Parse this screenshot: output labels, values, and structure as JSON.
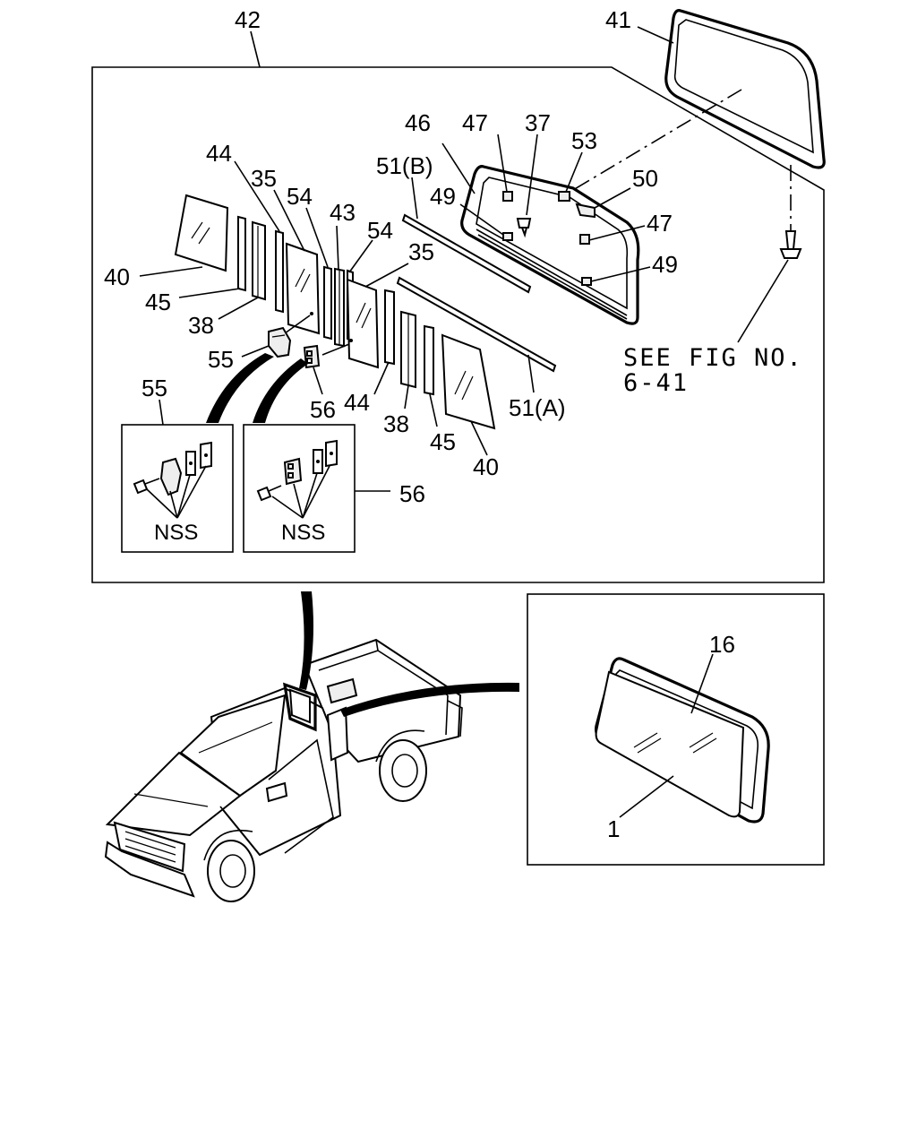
{
  "callouts": {
    "c42": "42",
    "c41": "41",
    "c46": "46",
    "c47a": "47",
    "c37": "37",
    "c53": "53",
    "c50": "50",
    "c47b": "47",
    "c49a": "49",
    "c49b": "49",
    "c51b": "51(B)",
    "c51a": "51(A)",
    "c44a": "44",
    "c35a": "35",
    "c54a": "54",
    "c43": "43",
    "c54b": "54",
    "c35b": "35",
    "c40a": "40",
    "c45a": "45",
    "c38a": "38",
    "c55a": "55",
    "c56a": "56",
    "c44b": "44",
    "c38b": "38",
    "c45b": "45",
    "c40b": "40",
    "c55b": "55",
    "c56b": "56",
    "c16": "16",
    "c1": "1"
  },
  "see_fig": {
    "line1": "SEE FIG NO.",
    "line2": "6-41"
  },
  "nss": {
    "left": "NSS",
    "right": "NSS"
  }
}
